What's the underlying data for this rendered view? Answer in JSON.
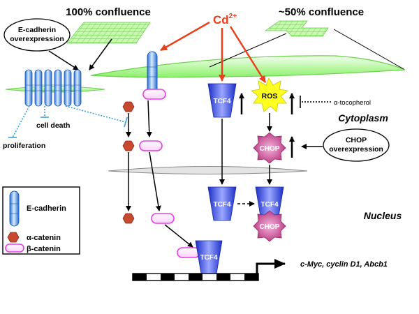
{
  "labels": {
    "confluence_100": "100% confluence",
    "confluence_50": "~50% confluence",
    "cadmium": "Cd",
    "cadmium_charge": "2+",
    "ecad_overexp_line1": "E-cadherin",
    "ecad_overexp_line2": "overexpression",
    "cell_death": "cell death",
    "proliferation": "proliferation",
    "tcf4": "TCF4",
    "ros": "ROS",
    "chop": "CHOP",
    "alpha_tocopherol": "α-tocopherol",
    "chop_overexp_line1": "CHOP",
    "chop_overexp_line2": "overexpression",
    "cytoplasm": "Cytoplasm",
    "nucleus": "Nucleus",
    "target_genes": "c-Myc, cyclin D1, Abcb1"
  },
  "legend": {
    "e_cadherin": "E-cadherin",
    "alpha_catenin": "α-catenin",
    "beta_catenin": "β-catenin"
  },
  "colors": {
    "cadmium_red": "#e8401c",
    "membrane_green": "#8cf06a",
    "ecad_blue": "#5aa0e6",
    "tcf4_blue": "#3a4ee0",
    "ros_yellow": "#ffff20",
    "chop_pink": "#c8408a",
    "alpha_red": "#c84830",
    "beta_magenta": "#e040e0",
    "inhibit_blue": "#3aa0e0"
  }
}
